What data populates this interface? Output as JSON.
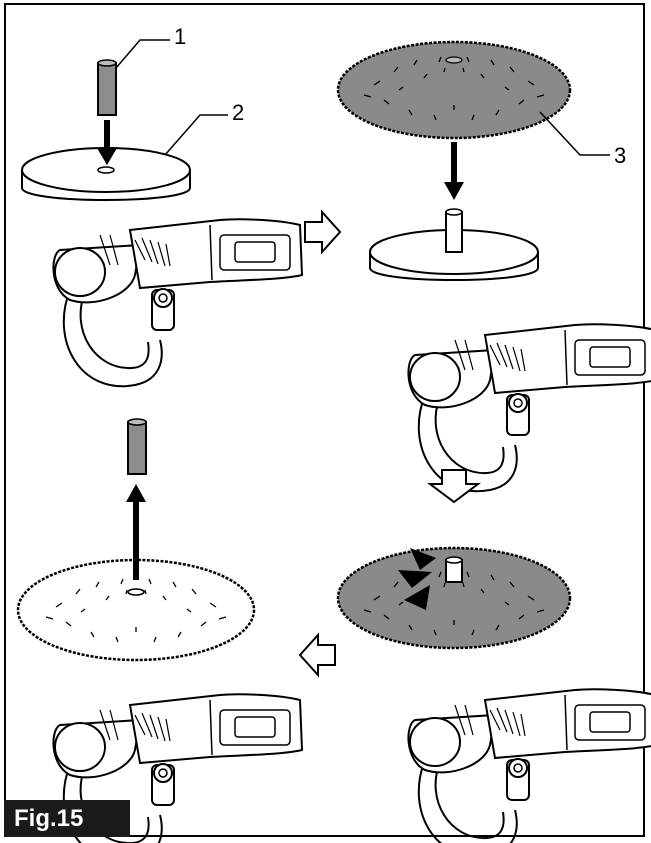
{
  "figure": {
    "label": "Fig.15",
    "callouts": {
      "c1": "1",
      "c2": "2",
      "c3": "3"
    }
  },
  "colors": {
    "line": "#000000",
    "pad_dark": "#8a8a8a",
    "sleeve": "#8c8c8c",
    "background": "#ffffff"
  },
  "icons": [
    "arrow-right-outline-icon",
    "arrow-down-outline-icon",
    "arrow-left-outline-icon",
    "arrow-down-solid-icon",
    "arrow-up-solid-icon",
    "press-arrow-icon"
  ]
}
